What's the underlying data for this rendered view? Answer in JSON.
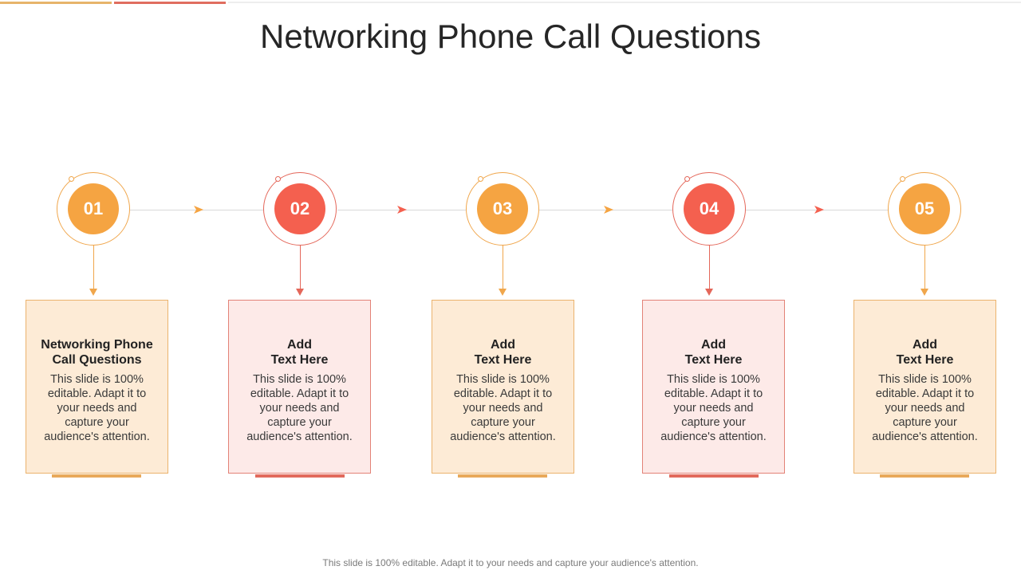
{
  "slide": {
    "title": "Networking Phone Call Questions",
    "footer": "This slide is 100% editable. Adapt it to your needs and capture your audience's attention.",
    "colors": {
      "orange": "#f5a442",
      "red": "#f4604f",
      "orange_card_bg": "#fdebd6",
      "red_card_bg": "#fdeae8"
    }
  },
  "steps": [
    {
      "number": "01",
      "theme": "orange",
      "title_line1": "Networking Phone",
      "title_line2": "Call Questions",
      "body": "This slide is 100% editable. Adapt it to your needs and capture your audience's attention."
    },
    {
      "number": "02",
      "theme": "red",
      "title_line1": "Add",
      "title_line2": "Text Here",
      "body": "This slide is 100% editable. Adapt it to your needs and capture your audience's attention."
    },
    {
      "number": "03",
      "theme": "orange",
      "title_line1": "Add",
      "title_line2": "Text Here",
      "body": "This slide is 100% editable. Adapt it to your needs and capture your audience's attention."
    },
    {
      "number": "04",
      "theme": "red",
      "title_line1": "Add",
      "title_line2": "Text Here",
      "body": "This slide is 100% editable. Adapt it to your needs and capture your audience's attention."
    },
    {
      "number": "05",
      "theme": "orange",
      "title_line1": "Add",
      "title_line2": "Text Here",
      "body": "This slide is 100% editable. Adapt it to your needs and capture your audience's attention."
    }
  ],
  "connectors": [
    {
      "icon": "arrow-right-icon",
      "color": "#f5a442"
    },
    {
      "icon": "arrow-right-icon",
      "color": "#f4604f"
    },
    {
      "icon": "arrow-right-icon",
      "color": "#f5a442"
    },
    {
      "icon": "arrow-right-icon",
      "color": "#f4604f"
    }
  ]
}
